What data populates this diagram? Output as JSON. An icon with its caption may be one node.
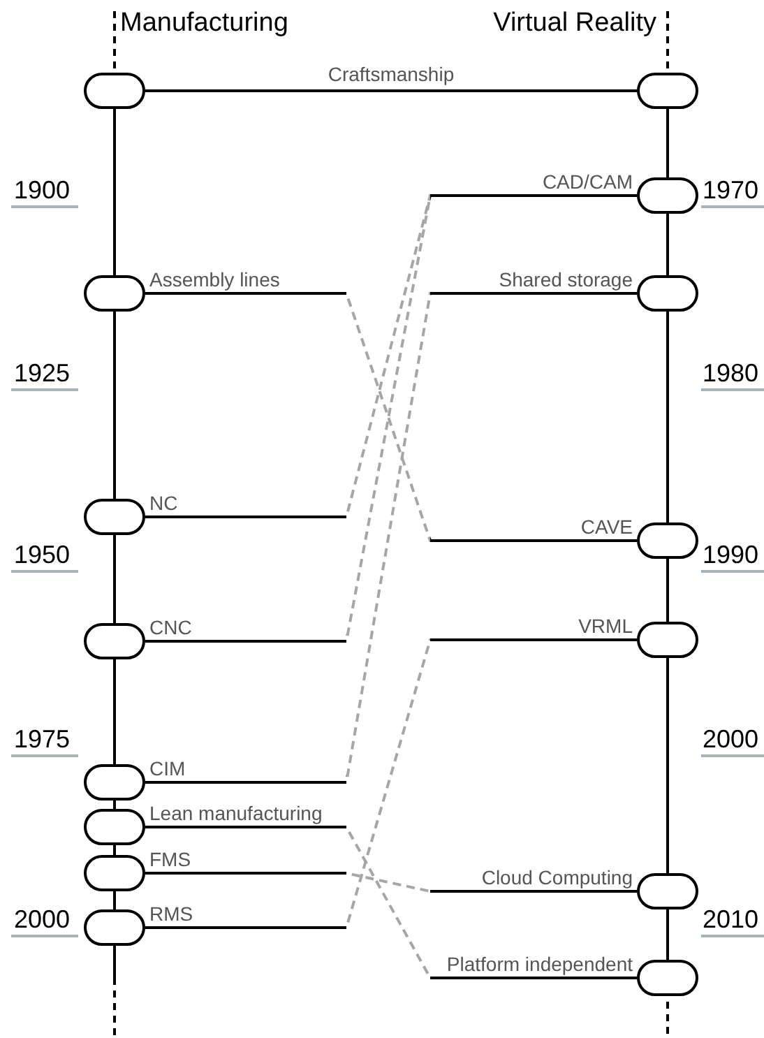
{
  "diagram": {
    "nodes": [
      {
        "text": [],
        "shape": "box"
      },
      {
        "text": [],
        "shape": "box"
      },
      {
        "text": [
          "Assembly lines"
        ]
      },
      {
        "text": [
          "NC"
        ]
      },
      {
        "text": [
          "CNC"
        ]
      },
      {
        "text": [
          "CIM"
        ]
      },
      {
        "text": [
          "Lean manufacturing"
        ]
      },
      {
        "text": [
          "FMS"
        ]
      },
      {
        "text": [
          "RMS"
        ]
      },
      {
        "text": [
          "CAD/CAM"
        ]
      },
      {
        "text": [
          "Shared storage"
        ]
      },
      {
        "text": [
          "CAVE"
        ]
      },
      {
        "text": [
          "VRML"
        ]
      },
      {
        "text": [
          "Cloud Computing"
        ]
      },
      {
        "text": [
          "Platform independent"
        ]
      }
    ],
    "edges": [
      {
        "from": 0,
        "to": 1,
        "arrow": "none",
        "label": "Craftsmanship",
        "color": "#000000"
      },
      {
        "from": 2,
        "to": 11,
        "arrow": "none",
        "style": "dashed"
      },
      {
        "from": 3,
        "to": 9,
        "arrow": "none",
        "style": "dashed"
      },
      {
        "from": 4,
        "to": 9,
        "arrow": "none",
        "style": "dashed"
      },
      {
        "from": 5,
        "to": 10,
        "arrow": "none",
        "style": "dashed"
      },
      {
        "from": 6,
        "to": 14,
        "arrow": "none",
        "style": "dashed"
      },
      {
        "from": 7,
        "to": 13,
        "arrow": "none",
        "style": "dashed"
      },
      {
        "from": 8,
        "to": 12,
        "arrow": "none",
        "style": "dashed"
      }
    ],
    "labels": [
      "Manufacturing",
      "Virtual Reality",
      "1900",
      "1970",
      "1925",
      "1980",
      "1950",
      "1990",
      "1975",
      "2000",
      "2000",
      "2010"
    ]
  }
}
